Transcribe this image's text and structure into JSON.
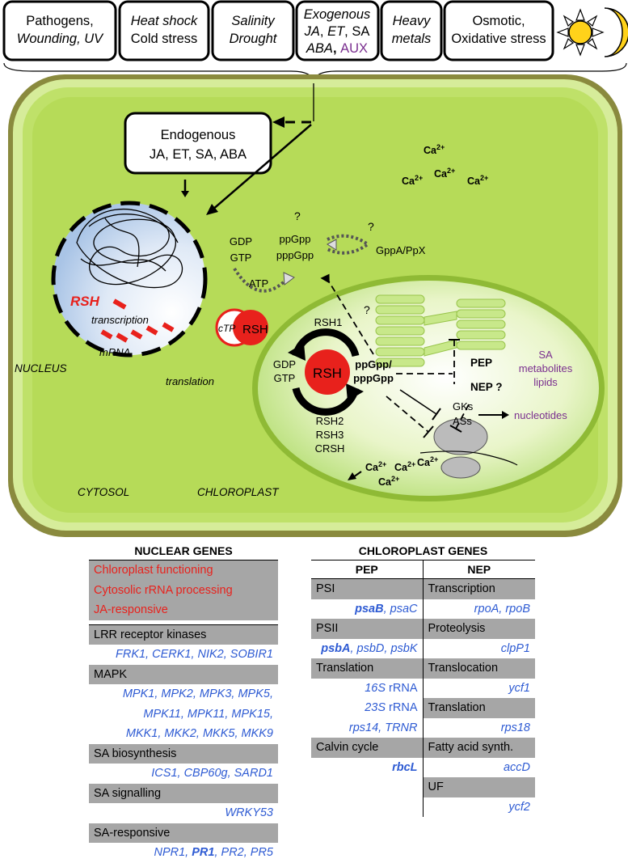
{
  "stimuli": [
    {
      "parts": [
        {
          "t": "Pathogens,",
          "i": false
        },
        {
          "t": "Wounding, UV",
          "i": true
        }
      ]
    },
    {
      "parts": [
        {
          "t": "Heat shock",
          "i": true
        },
        {
          "t": "Cold stress",
          "i": false
        }
      ]
    },
    {
      "parts": [
        {
          "t": "Salinity",
          "i": true
        },
        {
          "t": "Drought",
          "i": true
        }
      ]
    },
    {
      "parts": [
        {
          "t": "Exogenous",
          "i": true
        },
        {
          "t": "JA, ET, SA",
          "i": true
        },
        {
          "t": "ABA, AUX",
          "i": true
        }
      ]
    },
    {
      "parts": [
        {
          "t": "Heavy",
          "i": true
        },
        {
          "t": "metals",
          "i": true
        }
      ]
    },
    {
      "parts": [
        {
          "t": "Osmotic,",
          "i": false
        },
        {
          "t": "Oxidative stress",
          "i": false
        }
      ]
    }
  ],
  "endogenous": {
    "line1": "Endogenous",
    "line2": "JA, ET, SA, ABA"
  },
  "nucleus": {
    "rsh": "RSH",
    "transcription": "transcription",
    "mrna": "mRNA",
    "label": "NUCLEUS"
  },
  "cytosol": {
    "label": "CYTOSOL",
    "translation": "translation",
    "gdp": "GDP",
    "gtp": "GTP",
    "ppgpp": "ppGpp",
    "pppgpp": "pppGpp",
    "atp": "ATP",
    "q1": "?",
    "q2": "?",
    "gppa": "GppA/PpX",
    "ctp": "cTP",
    "rsh": "RSH"
  },
  "calcium": {
    "ca": "Ca",
    "sup": "2+"
  },
  "chloroplast": {
    "label": "CHLOROPLAST",
    "rsh1": "RSH1",
    "rsh": "RSH",
    "gdp": "GDP",
    "gtp": "GTP",
    "rsh2": "RSH2",
    "rsh3": "RSH3",
    "crsh": "CRSH",
    "ppgpp": "ppGpp/",
    "pppgpp": "pppGpp",
    "q": "?",
    "pep": "PEP",
    "nep": "NEP ?",
    "gks": "GKs",
    "ass": "ASs",
    "nucleotides": "nucleotides",
    "sa_metabolites": [
      "SA",
      "metabolites",
      "lipids"
    ]
  },
  "nuclear_genes": {
    "title": "NUCLEAR GENES",
    "red_categories": [
      "Chloroplast functioning",
      "Cytosolic rRNA processing",
      "JA-responsive"
    ],
    "rows": [
      {
        "cat": "LRR receptor kinases",
        "genes": [
          "FRK1, CERK1, NIK2, SOBIR1"
        ]
      },
      {
        "cat": "MAPK",
        "genes": [
          "MPK1, MPK2, MPK3, MPK5,",
          "MPK11, MPK11, MPK15,",
          "MKK1, MKK2, MKK5, MKK9"
        ]
      },
      {
        "cat": "SA biosynthesis",
        "genes": [
          "ICS1, CBP60g, SARD1"
        ]
      },
      {
        "cat": "SA signalling",
        "genes": [
          "WRKY53"
        ]
      },
      {
        "cat": "SA-responsive",
        "genes": [
          "NPR1, PR1, PR2, PR5"
        ]
      }
    ]
  },
  "chloroplast_genes": {
    "title": "CHLOROPLAST GENES",
    "pep_title": "PEP",
    "nep_title": "NEP",
    "pep": [
      {
        "cat": "PSI",
        "genes": [
          "psaB, psaC"
        ]
      },
      {
        "cat": "PSII",
        "genes": [
          "psbA, psbD, psbK"
        ]
      },
      {
        "cat": "Translation",
        "genes": [
          "16S rRNA",
          "23S rRNA",
          "rps14, TRNR"
        ]
      },
      {
        "cat": "Calvin cycle",
        "genes": [
          "rbcL"
        ]
      }
    ],
    "nep": [
      {
        "cat": "Transcription",
        "genes": [
          "rpoA, rpoB"
        ]
      },
      {
        "cat": "Proteolysis",
        "genes": [
          "clpP1"
        ]
      },
      {
        "cat": "Translocation",
        "genes": [
          "ycf1"
        ]
      },
      {
        "cat": "Translation",
        "genes": [
          "rps18"
        ]
      },
      {
        "cat": "Fatty acid synth.",
        "genes": [
          "accD"
        ]
      },
      {
        "cat": "UF",
        "genes": [
          "ycf2"
        ]
      }
    ]
  }
}
